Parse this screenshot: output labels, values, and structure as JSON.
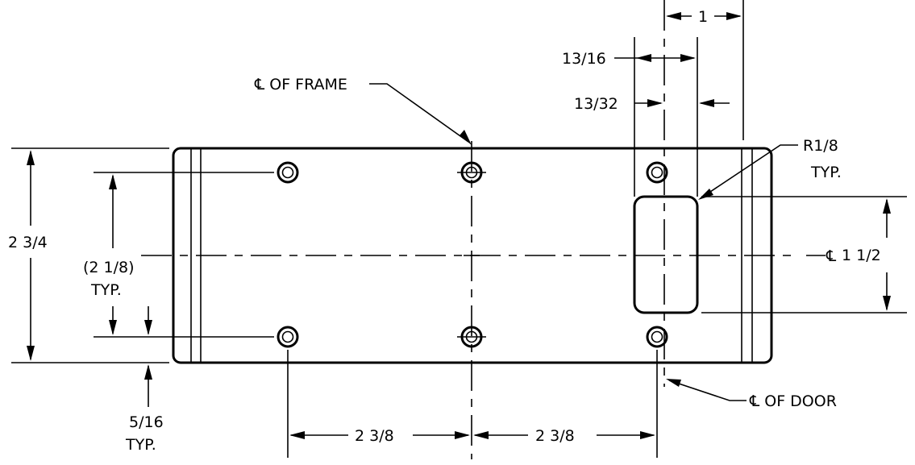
{
  "labels": {
    "frame_centerline": "℄ OF FRAME",
    "door_centerline": "℄ OF DOOR",
    "centerline": "℄",
    "dim_top_width": "1",
    "dim_13_16": "13/16",
    "dim_13_32": "13/32",
    "radius": "R1/8",
    "radius_typ": "TYP.",
    "overall_height": "2 3/4",
    "hole_spacing": "(2 1/8)",
    "hole_spacing_typ": "TYP.",
    "cutout_height": "1 1/2",
    "edge_offset": "5/16",
    "edge_offset_typ": "TYP.",
    "bottom_left_spacing": "2 3/8",
    "bottom_right_spacing": "2 3/8"
  }
}
